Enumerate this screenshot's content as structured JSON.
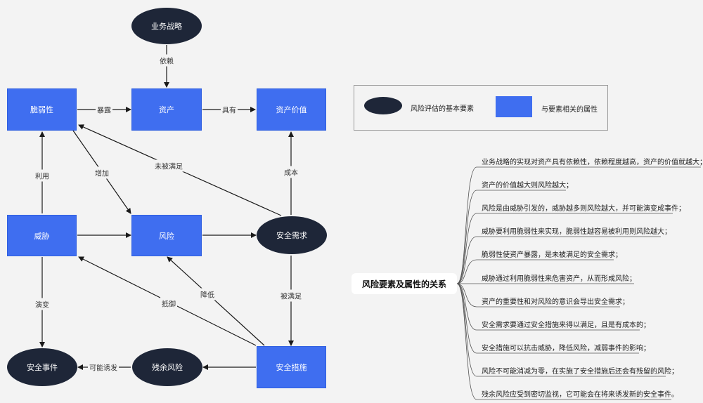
{
  "nodes": {
    "strategy": "业务战略",
    "vulnerability": "脆弱性",
    "asset": "资产",
    "asset_value": "资产价值",
    "threat": "威胁",
    "risk": "风险",
    "security_need": "安全需求",
    "security_event": "安全事件",
    "residual_risk": "残余风险",
    "security_measure": "安全措施"
  },
  "edges": {
    "depends": "依赖",
    "exposes": "暴露",
    "has": "具有",
    "exploits": "利用",
    "increases": "增加",
    "unmet": "未被满足",
    "cost": "成本",
    "evolves": "演变",
    "resists": "抵御",
    "reduces": "降低",
    "satisfied": "被满足",
    "may_induce": "可能诱发"
  },
  "legend": {
    "element_label": "风险评估的基本要素",
    "attribute_label": "与要素相关的属性"
  },
  "mindmap": {
    "root": "风险要素及属性的关系",
    "items": [
      "业务战略的实现对资产具有依赖性，依赖程度越高，资产的价值就越大；",
      "资产的价值越大则风险越大；",
      "风险是由威胁引发的，威胁越多则风险越大，并可能演变成事件；",
      "威胁要利用脆弱性来实现，脆弱性越容易被利用则风险越大；",
      "脆弱性使资产暴露，是未被满足的安全需求；",
      "威胁通过利用脆弱性来危害资产，从而形成风险；",
      "资产的重要性和对风险的意识会导出安全需求；",
      "安全需求要通过安全措施来得以满足，且是有成本的；",
      "安全措施可以抗击威胁，降低风险，减弱事件的影响；",
      "风险不可能消减为零，在实施了安全措施后还会有残留的风险；",
      "残余风险应受到密切监视，它可能会在将来诱发新的安全事件。"
    ]
  },
  "colors": {
    "element": "#1e2638",
    "attribute": "#3f6ef0",
    "background": "#f3f3f3",
    "line": "#1a1a1a"
  }
}
